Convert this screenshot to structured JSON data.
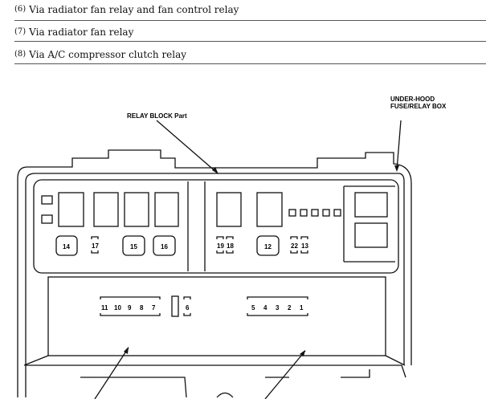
{
  "notes": [
    {
      "num": "(6)",
      "text": "Via radiator fan relay and fan control relay"
    },
    {
      "num": "(7)",
      "text": "Via radiator fan relay"
    },
    {
      "num": "(8)",
      "text": "Via A/C compressor clutch relay"
    }
  ],
  "labels": {
    "relay_block": "RELAY BLOCK Part",
    "box_line1": "UNDER-HOOD",
    "box_line2": "FUSE/RELAY BOX"
  },
  "fuses": {
    "f14": "14",
    "f17": "17",
    "f15": "15",
    "f16": "16",
    "f19": "19",
    "f18": "18",
    "f12": "12",
    "f22": "22",
    "f13": "13",
    "f11": "11",
    "f10": "10",
    "f9": "9",
    "f8": "8",
    "f7": "7",
    "f6": "6",
    "f5": "5",
    "f4": "4",
    "f3": "3",
    "f2": "2",
    "f1": "1"
  }
}
